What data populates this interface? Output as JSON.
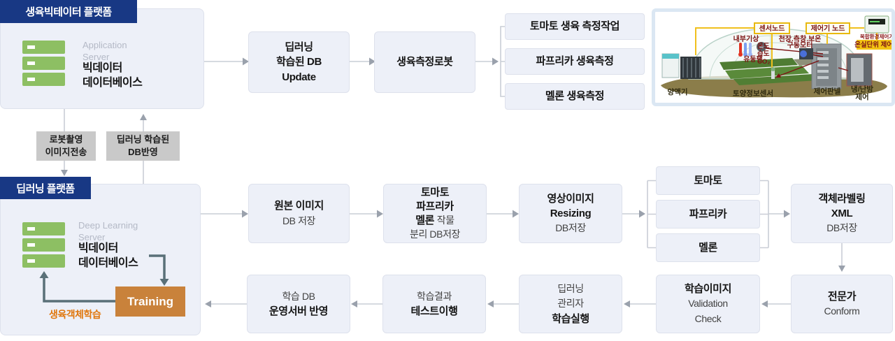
{
  "colors": {
    "navy": "#183884",
    "box_fill": "#edf0f8",
    "box_border": "#dde1ec",
    "arrow_line": "#c9cdd6",
    "arrow_head": "#9aa1ac",
    "dark_arrow": "#5a7078",
    "training_orange": "#c9823b",
    "loop_orange": "#e0770e",
    "server_green": "#8dbf63",
    "chip_gray": "#c9c9c9"
  },
  "bigdata_platform": {
    "header": "생육빅테이터 플랫폼",
    "server_label": "Application\nServer",
    "server_name": "빅데이터\n데이터베이스"
  },
  "deep_platform": {
    "header": "딥러닝 플랫폼",
    "server_label": "Deep Learning\nServer",
    "server_name": "빅데이터\n데이터베이스",
    "training_label": "Training",
    "loop_label": "생육객체학습"
  },
  "connector_chips": {
    "robot_upload": "로봇촬영\n이미지전송",
    "db_apply": "딥러닝 학습된\nDB반영"
  },
  "boxes": {
    "db_update": {
      "lines": [
        [
          {
            "t": "딥러닝",
            "b": true
          }
        ],
        [
          {
            "t": "학습된 DB",
            "b": true
          }
        ],
        [
          {
            "t": "Update",
            "b": true
          }
        ]
      ]
    },
    "robot": {
      "lines": [
        [
          {
            "t": "생육측정로봇",
            "b": true
          }
        ]
      ]
    },
    "tomato_work": {
      "lines": [
        [
          {
            "t": "토마토 생육 측정작업",
            "b": true
          }
        ]
      ]
    },
    "paprika_meas": {
      "lines": [
        [
          {
            "t": "파프리카 생육측정",
            "b": true
          }
        ]
      ]
    },
    "melon_meas": {
      "lines": [
        [
          {
            "t": "멜론 생육측정",
            "b": true
          }
        ]
      ]
    },
    "original": {
      "lines": [
        [
          {
            "t": "원본 이미지",
            "b": true
          }
        ],
        [
          {
            "t": "DB 저장",
            "b": false
          }
        ]
      ]
    },
    "split": {
      "lines": [
        [
          {
            "t": "토마토",
            "b": true
          }
        ],
        [
          {
            "t": "파프리카",
            "b": true
          }
        ],
        [
          {
            "t": "멜론 ",
            "b": true
          },
          {
            "t": "작물",
            "b": false
          }
        ],
        [
          {
            "t": "분리 DB저장",
            "b": false
          }
        ]
      ]
    },
    "resize": {
      "lines": [
        [
          {
            "t": "영상이미지",
            "b": true
          }
        ],
        [
          {
            "t": "Resizing",
            "b": true
          }
        ],
        [
          {
            "t": "DB저장",
            "b": false
          }
        ]
      ]
    },
    "tomato": {
      "lines": [
        [
          {
            "t": "토마토",
            "b": true
          }
        ]
      ]
    },
    "paprika": {
      "lines": [
        [
          {
            "t": "파프리카",
            "b": true
          }
        ]
      ]
    },
    "melon": {
      "lines": [
        [
          {
            "t": "멜론",
            "b": true
          }
        ]
      ]
    },
    "labeling": {
      "lines": [
        [
          {
            "t": "객체라벨링",
            "b": true
          }
        ],
        [
          {
            "t": "XML",
            "b": true
          }
        ],
        [
          {
            "t": "DB저장",
            "b": false
          }
        ]
      ]
    },
    "expert": {
      "lines": [
        [
          {
            "t": "전문가",
            "b": true
          }
        ],
        [
          {
            "t": "Conform",
            "b": false
          }
        ]
      ]
    },
    "validation": {
      "lines": [
        [
          {
            "t": "학습이미지",
            "b": true
          }
        ],
        [
          {
            "t": "Validation",
            "b": false
          }
        ],
        [
          {
            "t": "Check",
            "b": false
          }
        ]
      ]
    },
    "manager": {
      "lines": [
        [
          {
            "t": "딥러닝",
            "b": false
          }
        ],
        [
          {
            "t": "관리자",
            "b": false
          }
        ],
        [
          {
            "t": "학습실행",
            "b": true
          }
        ]
      ]
    },
    "test": {
      "lines": [
        [
          {
            "t": "학습결과",
            "b": false
          }
        ],
        [
          {
            "t": "테스트이행",
            "b": true
          }
        ]
      ]
    },
    "deploy": {
      "lines": [
        [
          {
            "t": "학습 DB",
            "b": false
          }
        ],
        [
          {
            "t": "운영서버 반영",
            "b": true
          }
        ]
      ]
    }
  },
  "greenhouse": {
    "sensor_node": "센서노드",
    "controller_node": "제어기 노드",
    "unit_controller": "온실단위 제어기",
    "device_caption": "복합환경제어기",
    "inner_weather": "내부기상",
    "motor_line1": "천장.측창.보온",
    "motor_line2": "구동모터",
    "fan": "유동팬",
    "temp": "온도",
    "humidity": "습도",
    "co2": "CO₂",
    "nutrient": "양액기",
    "soil_sensor": "토양정보센서",
    "control_panel": "제어판넬",
    "hvac_line1": "냉/난방",
    "hvac_line2": "제어"
  }
}
